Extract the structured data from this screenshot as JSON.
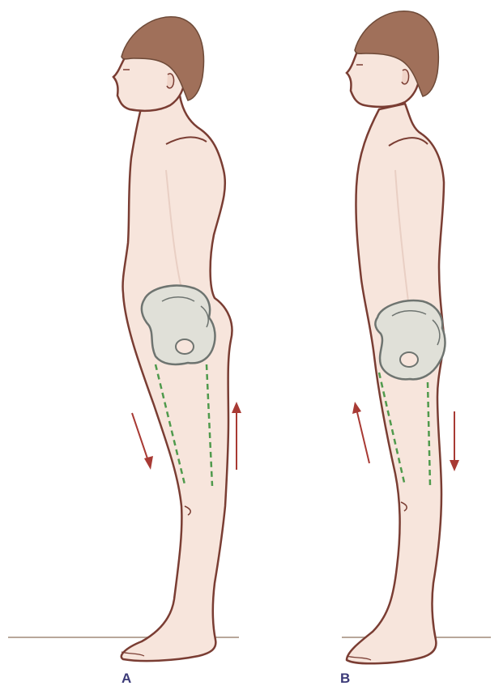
{
  "panels": [
    {
      "label": "A",
      "pelvis_tilt": "anterior"
    },
    {
      "label": "B",
      "pelvis_tilt": "posterior"
    }
  ],
  "colors": {
    "skin": "#f7e5dc",
    "outline": "#7a3d33",
    "hair": "#a0705a",
    "bone": "#e0e0d8",
    "bone_outline": "#6e7470",
    "muscle_line": "#4f9a4c",
    "arrow": "#a83a34",
    "label": "#3b3a78",
    "ground": "#b8a79a"
  }
}
